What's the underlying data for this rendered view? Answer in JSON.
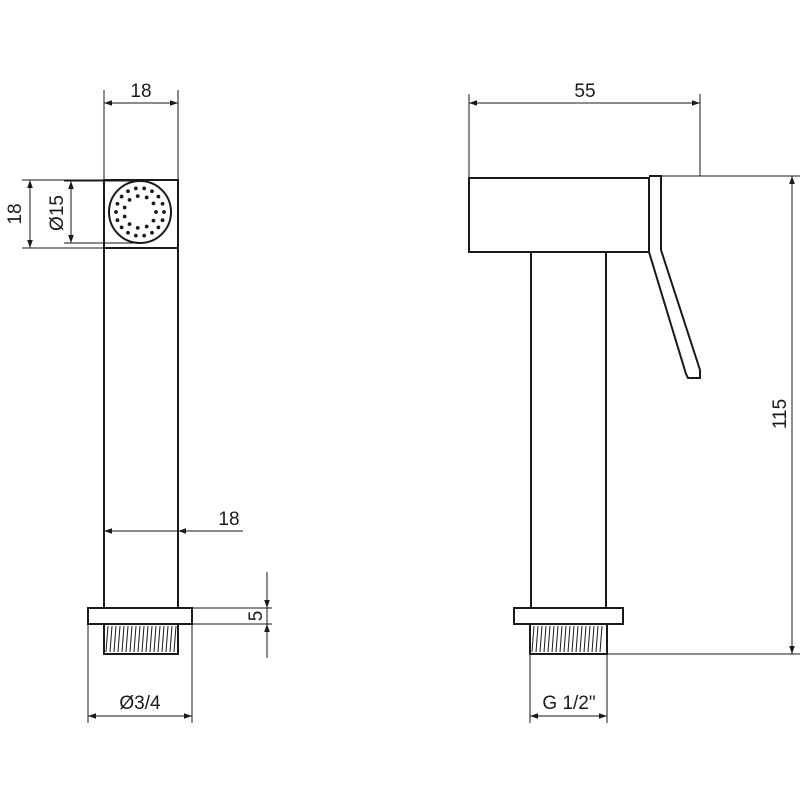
{
  "dimensions": {
    "front_top_width": "18",
    "front_side_height": "18",
    "nozzle_diameter": "Ø15",
    "front_body_width": "18",
    "nut_height": "5",
    "thread_diameter": "Ø3/4",
    "side_length": "55",
    "side_height": "115",
    "side_thread": "G 1/2\""
  }
}
